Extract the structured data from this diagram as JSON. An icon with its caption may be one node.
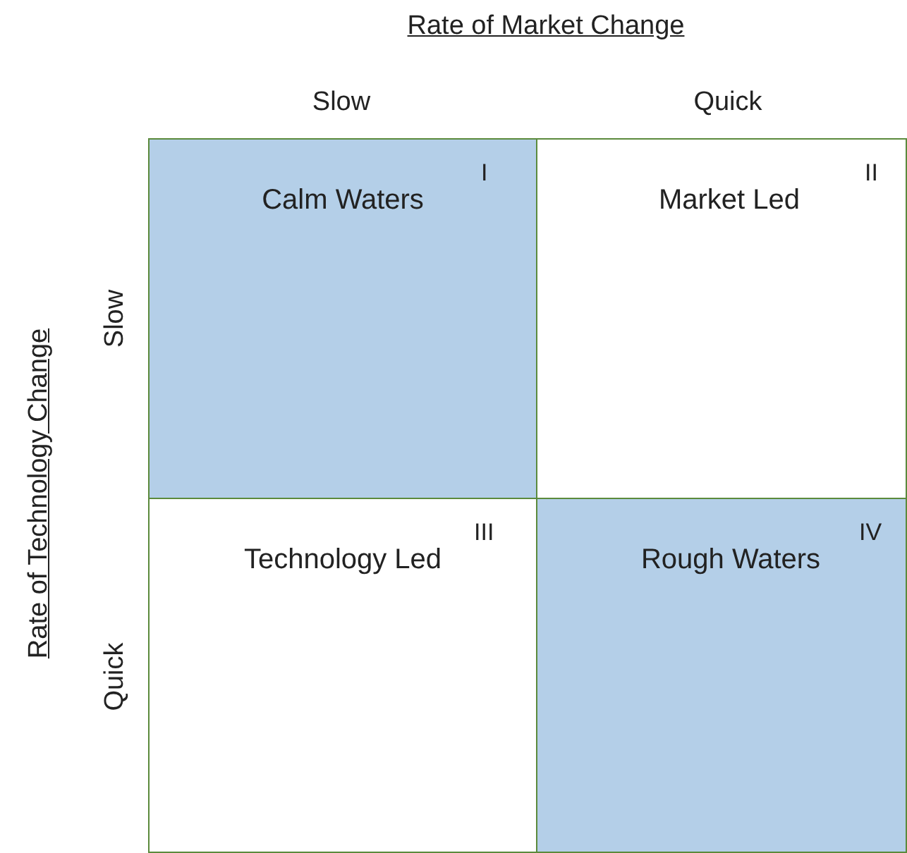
{
  "diagram": {
    "nodes": [
      {
        "text": [
          "Calm Waters",
          "I"
        ]
      },
      {
        "text": [
          "Market Led",
          "II"
        ]
      },
      {
        "text": [
          "Technology Led",
          "III"
        ]
      },
      {
        "text": [
          "Rough Waters",
          "IV"
        ]
      }
    ],
    "labels": [
      "Rate of Market Change",
      "Slow",
      "Quick",
      "Rate of Technology Change",
      "Slow",
      "Quick"
    ]
  }
}
